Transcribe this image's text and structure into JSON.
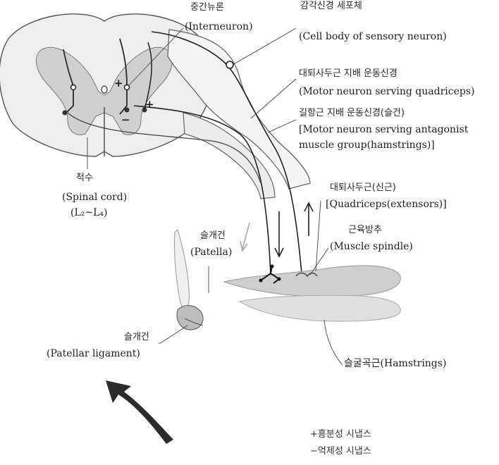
{
  "labels": {
    "interneuron_kr": "중간뉴론",
    "interneuron_en": "(Interneuron)",
    "sensory_kr": "감각신경 세포체",
    "sensory_en": "(Cell body of sensory neuron)",
    "motor_quad_kr": "대퇴사두근 지배 운동신경",
    "motor_quad_en": "(Motor neuron serving quadriceps)",
    "motor_antag_kr": "길항근 지배 운동신경(슬건)",
    "motor_antag_en_1": "[Motor neuron serving antagonist",
    "motor_antag_en_2": "muscle group(hamstrings)]",
    "spinal_kr": "척수",
    "spinal_en": "(Spinal cord)",
    "spinal_level": "(L₂~L₄)",
    "quad_kr": "대퇴사두근(신근)",
    "quad_en": "[Quadriceps(extensors)]",
    "spindle_kr": "근육방추",
    "spindle_en": "(Muscle spindle)",
    "patella_kr": "슬개건",
    "patella_en": "(Patella)",
    "patlig_kr": "슬개건",
    "patlig_en": "(Patellar ligament)",
    "hamstrings": "슬굴곡근(Hamstrings)",
    "plus_sign": "+",
    "minus_sign": "−"
  },
  "legend": {
    "excitatory": "+흥분성 시냅스",
    "inhibitory": "−억제성 시냅스"
  },
  "colors": {
    "ink": "#1a1a1a",
    "cord_gray": "#c9c9c9",
    "muscle_gray": "#cfcfcf",
    "arrow_dark": "#2b2b2b"
  }
}
